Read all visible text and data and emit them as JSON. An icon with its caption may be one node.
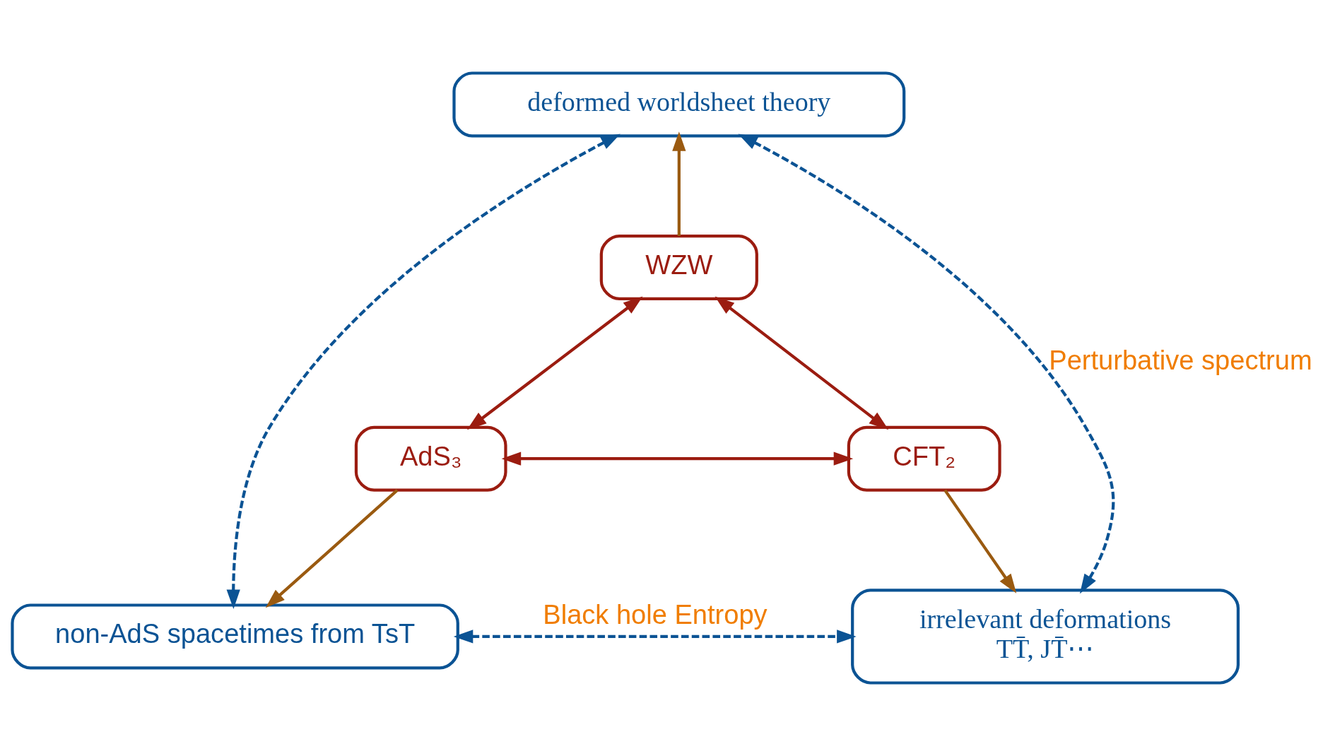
{
  "diagram": {
    "nodes": [
      {
        "text": [
          "deformed worldsheet theory"
        ]
      },
      {
        "text": [
          "WZW"
        ]
      },
      {
        "text": [
          "AdS₃"
        ]
      },
      {
        "text": [
          "CFT₂"
        ]
      },
      {
        "text": [
          "non-AdS spacetimes from TsT"
        ]
      },
      {
        "text": [
          "irrelevant deformations",
          "TT̄, JT̄⋯"
        ]
      }
    ],
    "edges": [
      {
        "from": 1,
        "to": 0,
        "arrow": "to",
        "color": "#9a5a10"
      },
      {
        "from": 1,
        "to": 2,
        "arrow": "both",
        "color": "#9b1c10"
      },
      {
        "from": 1,
        "to": 3,
        "arrow": "both",
        "color": "#9b1c10"
      },
      {
        "from": 2,
        "to": 3,
        "arrow": "both",
        "color": "#9b1c10"
      },
      {
        "from": 2,
        "to": 4,
        "arrow": "to",
        "color": "#9a5a10"
      },
      {
        "from": 3,
        "to": 5,
        "arrow": "to",
        "color": "#9a5a10"
      },
      {
        "from": 0,
        "to": 4,
        "arrow": "both",
        "style": "dashed",
        "color": "#0b5394"
      },
      {
        "from": 0,
        "to": 5,
        "arrow": "both",
        "style": "dashed",
        "color": "#0b5394",
        "label": "Perturbative spectrum"
      },
      {
        "from": 4,
        "to": 5,
        "arrow": "both",
        "style": "dashed",
        "color": "#0b5394",
        "label": "Black hole Entropy"
      }
    ]
  }
}
